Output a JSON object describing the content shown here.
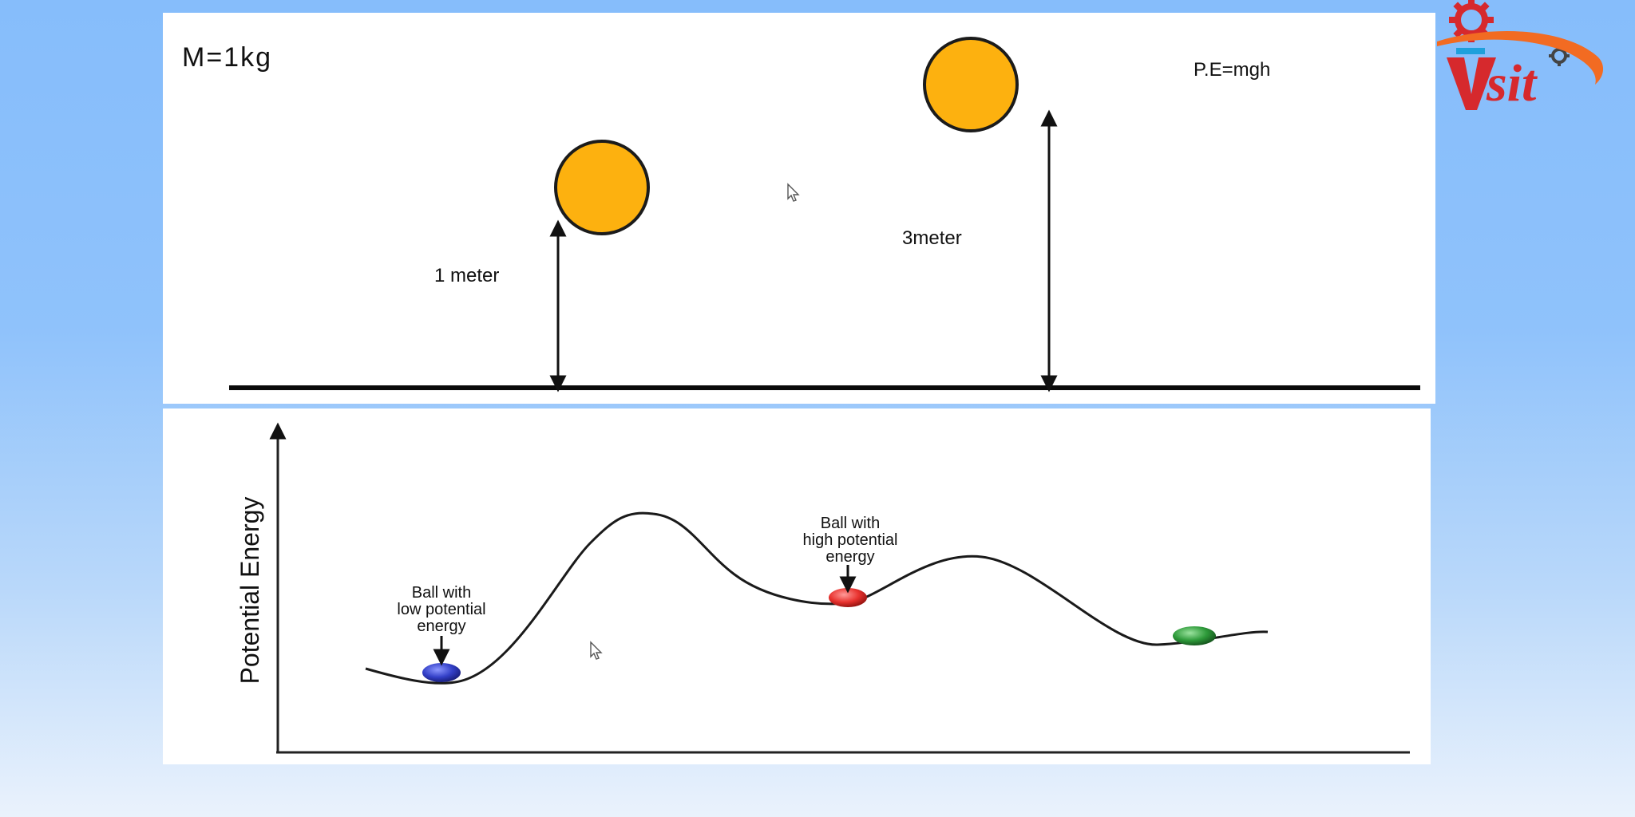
{
  "top_panel": {
    "mass_label": "M=1kg",
    "formula": "P.E=mgh",
    "height_low": "1 meter",
    "height_high": "3meter"
  },
  "bottom_panel": {
    "y_axis_label": "Potential Energy",
    "low_ball_label": [
      "Ball with",
      "low potential",
      "energy"
    ],
    "high_ball_label": [
      "Ball with",
      "high potential",
      "energy"
    ]
  },
  "logo": {
    "text": "sit",
    "initial": "V"
  },
  "colors": {
    "background_top": "#86bdfb",
    "ball_yellow": "#fdb10f",
    "ball_blue": "#3340c8",
    "ball_red": "#e8322e",
    "ball_green": "#2e9a3a",
    "logo_orange": "#f26b22",
    "logo_red": "#d6292d"
  },
  "icons": [
    "gear-icon",
    "cursor-arrow-icon"
  ]
}
